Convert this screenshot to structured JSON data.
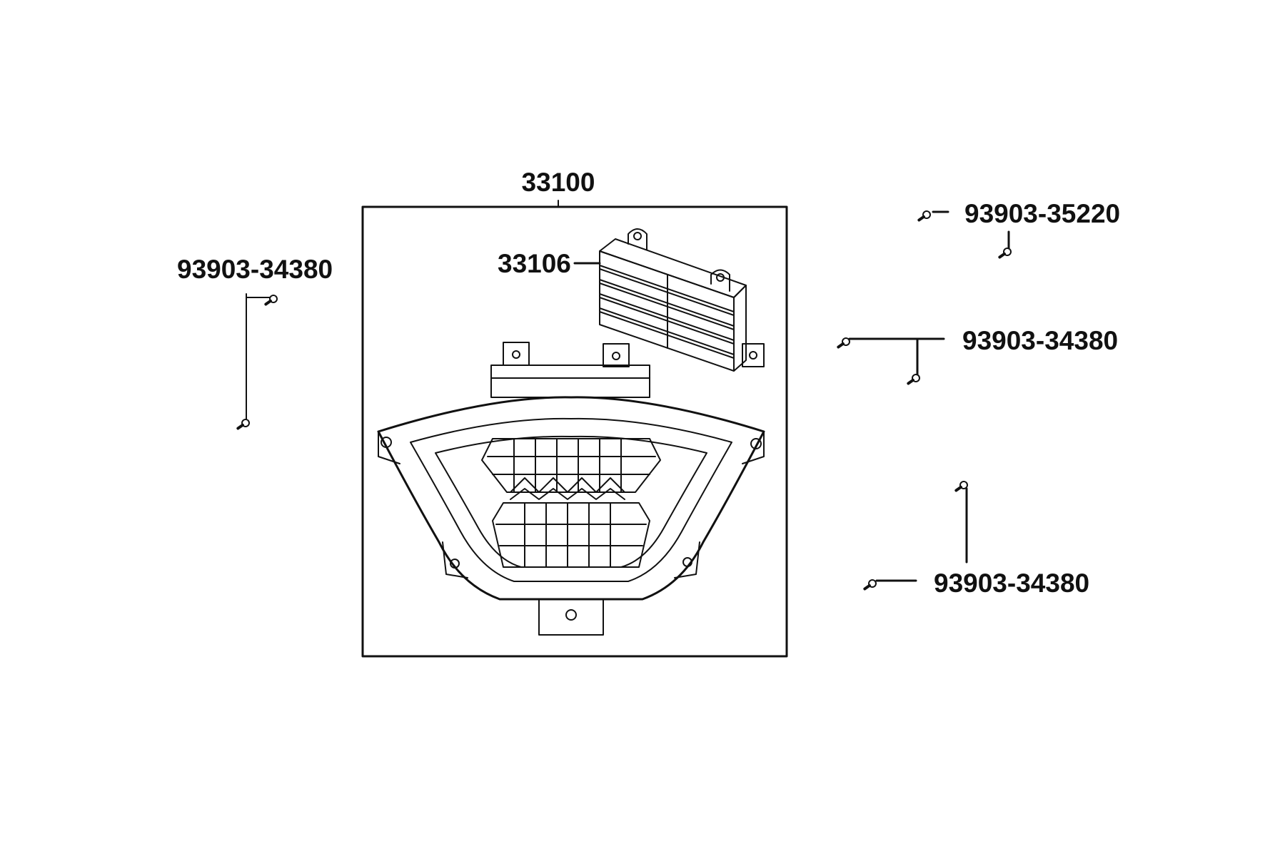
{
  "diagram": {
    "type": "exploded-parts-diagram",
    "assembly_label": "33100",
    "labels": {
      "assembly": "33100",
      "sub_part": "33106",
      "screw_left": "93903-34380",
      "screw_top_right": "93903-35220",
      "screw_mid_right": "93903-34380",
      "screw_bottom_right": "93903-34380"
    },
    "icons": [
      "screw-icon",
      "headlight-housing-icon",
      "regulator-module-icon"
    ],
    "colors": {
      "line": "#111111",
      "background": "#ffffff"
    }
  }
}
